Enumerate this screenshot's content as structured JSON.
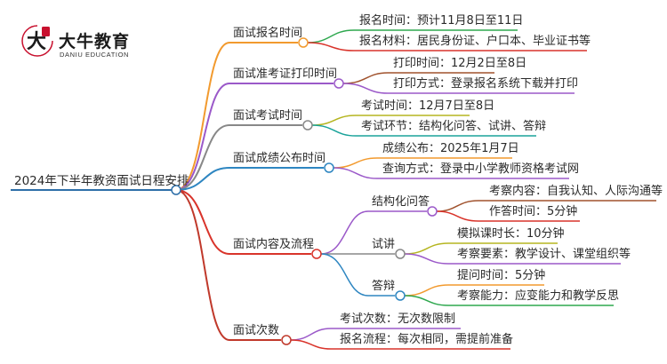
{
  "logo": {
    "cn": "大牛教育",
    "en": "DANIU EDUCATION"
  },
  "root": "2024年下半年教资面试日程安排",
  "colors": {
    "orange": "#F29A2E",
    "purple": "#9B59C9",
    "gray": "#888888",
    "blue": "#2E86C1",
    "red": "#D9342B",
    "darkred": "#C0392B",
    "green": "#2FA84F",
    "brown": "#A0522D",
    "olive": "#B5B520",
    "teal": "#1AA39A",
    "root_line": "#2E6FA8"
  },
  "branches": [
    {
      "label": "面试报名时间",
      "items": [
        "报名时间：预计11月8日至11日",
        "报名材料：居民身份证、户口本、毕业证书等"
      ]
    },
    {
      "label": "面试准考证打印时间",
      "items": [
        "打印时间：12月2日至8日",
        "打印方式：登录报名系统下载并打印"
      ]
    },
    {
      "label": "面试考试时间",
      "items": [
        "考试时间：12月7日至8日",
        "考试环节：结构化问答、试讲、答辩"
      ]
    },
    {
      "label": "面试成绩公布时间",
      "items": [
        "成绩公布：2025年1月7日",
        "查询方式：登录中小学教师资格考试网"
      ]
    },
    {
      "label": "面试内容及流程",
      "sub": [
        {
          "label": "结构化问答",
          "items": [
            "考察内容：自我认知、人际沟通等",
            "作答时间：5分钟"
          ]
        },
        {
          "label": "试讲",
          "items": [
            "模拟课时长：10分钟",
            "考察要素：教学设计、课堂组织等"
          ]
        },
        {
          "label": "答辩",
          "items": [
            "提问时间：5分钟",
            "考察能力：应变能力和教学反思"
          ]
        }
      ]
    },
    {
      "label": "面试次数",
      "items": [
        "考试次数：无次数限制",
        "报名流程：每次相同，需提前准备"
      ]
    }
  ]
}
